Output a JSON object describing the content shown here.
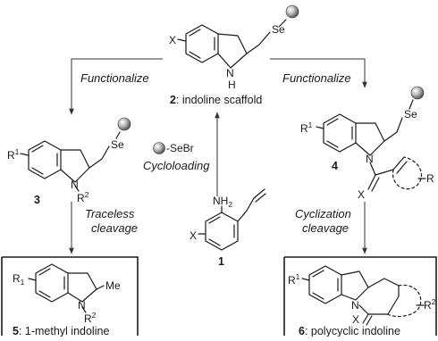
{
  "arrows": {
    "left_top": "Functionalize",
    "right_top": "Functionalize",
    "left_bottom_1": "Traceless",
    "left_bottom_2": "cleavage",
    "right_bottom_1": "Cyclization",
    "right_bottom_2": "cleavage",
    "center": "Cycloloading"
  },
  "reagent": "-SeBr",
  "compounds": {
    "c1": {
      "number": "1"
    },
    "c2": {
      "number": "2",
      "caption": ": indoline scaffold"
    },
    "c3": {
      "number": "3"
    },
    "c4": {
      "number": "4"
    },
    "c5": {
      "number": "5",
      "caption": ": 1-methyl indoline"
    },
    "c6": {
      "number": "6",
      "caption": ": polycyclic indoline"
    }
  },
  "atoms": {
    "se": "Se",
    "x": "X",
    "n": "N",
    "h": "H",
    "nh2": "NH",
    "nh2_sub": "2",
    "r": "R",
    "r1": "R",
    "r1_sup": "1",
    "r2": "R",
    "r2_sup": "2",
    "me": "Me",
    "r1_sub": "1"
  }
}
